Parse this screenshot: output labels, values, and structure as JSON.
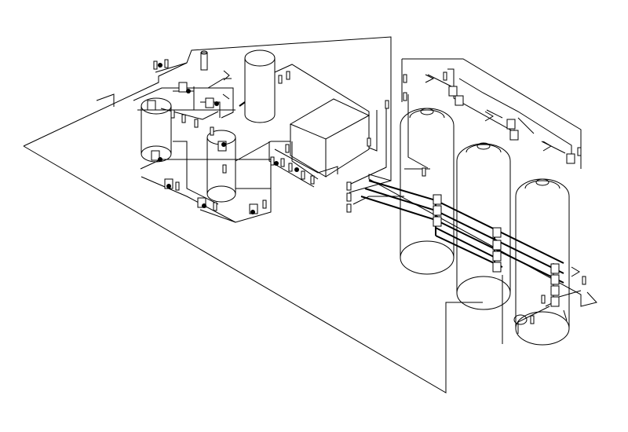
{
  "diagram": {
    "kind": "isometric piping schematic",
    "line_color": "#000000",
    "background": "#ffffff",
    "vessels": {
      "small_cylinders": 3,
      "storage_tanks": 3,
      "box_tanks": 1
    }
  }
}
